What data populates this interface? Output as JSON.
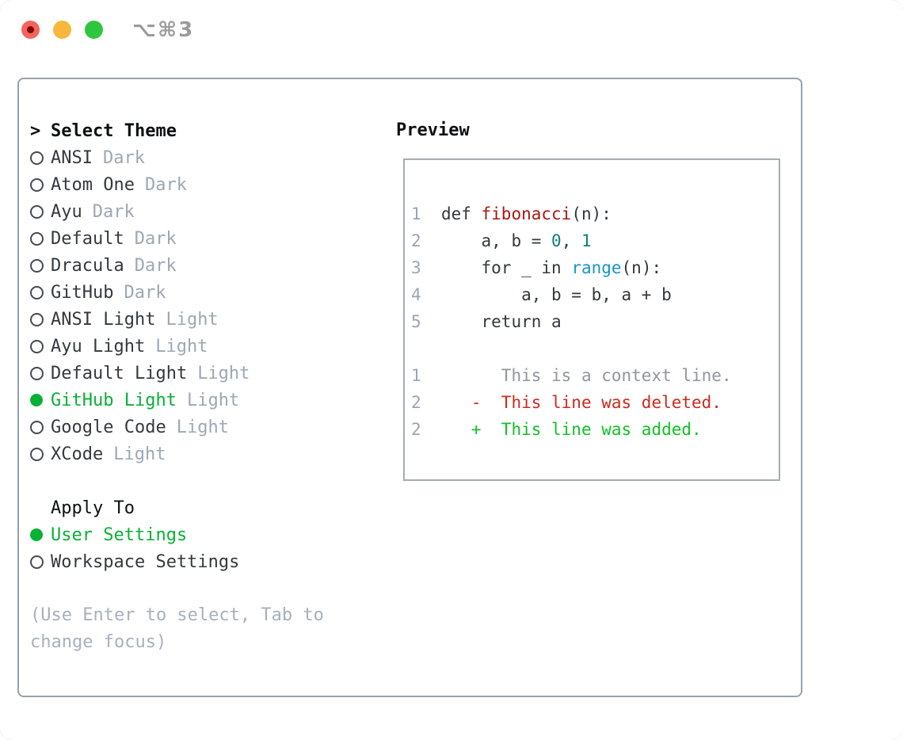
{
  "window": {
    "title": "⌥⌘3"
  },
  "titlebar_buttons": {
    "close": "close-button",
    "minimize": "minimize-button",
    "zoom": "zoom-button"
  },
  "theme_picker": {
    "prompt": ">",
    "header": "Select Theme",
    "options": [
      {
        "name": "ANSI",
        "variant": "Dark",
        "selected": false
      },
      {
        "name": "Atom One",
        "variant": "Dark",
        "selected": false
      },
      {
        "name": "Ayu",
        "variant": "Dark",
        "selected": false
      },
      {
        "name": "Default",
        "variant": "Dark",
        "selected": false
      },
      {
        "name": "Dracula",
        "variant": "Dark",
        "selected": false
      },
      {
        "name": "GitHub",
        "variant": "Dark",
        "selected": false
      },
      {
        "name": "ANSI Light",
        "variant": "Light",
        "selected": false
      },
      {
        "name": "Ayu Light",
        "variant": "Light",
        "selected": false
      },
      {
        "name": "Default Light",
        "variant": "Light",
        "selected": false
      },
      {
        "name": "GitHub Light",
        "variant": "Light",
        "selected": true
      },
      {
        "name": "Google Code",
        "variant": "Light",
        "selected": false
      },
      {
        "name": "XCode",
        "variant": "Light",
        "selected": false
      }
    ],
    "apply_to": {
      "header": "Apply To",
      "options": [
        {
          "label": "User Settings",
          "selected": true
        },
        {
          "label": "Workspace Settings",
          "selected": false
        }
      ]
    },
    "hint": "(Use Enter to select, Tab to change focus)"
  },
  "preview": {
    "title": "Preview",
    "code_lines": [
      {
        "num": "1",
        "tokens": [
          {
            "t": "  def ",
            "c": "c"
          },
          {
            "t": "fibonacci",
            "c": "f"
          },
          {
            "t": "(n):",
            "c": "c"
          }
        ]
      },
      {
        "num": "2",
        "tokens": [
          {
            "t": "      a, b = ",
            "c": "c"
          },
          {
            "t": "0",
            "c": "n"
          },
          {
            "t": ", ",
            "c": "c"
          },
          {
            "t": "1",
            "c": "n"
          }
        ]
      },
      {
        "num": "3",
        "tokens": [
          {
            "t": "      for _ in ",
            "c": "c"
          },
          {
            "t": "range",
            "c": "b"
          },
          {
            "t": "(n):",
            "c": "c"
          }
        ]
      },
      {
        "num": "4",
        "tokens": [
          {
            "t": "          a, b = b, a + b",
            "c": "c"
          }
        ]
      },
      {
        "num": "5",
        "tokens": [
          {
            "t": "      return a",
            "c": "c"
          }
        ]
      }
    ],
    "diff_lines": [
      {
        "num": "1",
        "kind": "context",
        "text": "        This is a context line."
      },
      {
        "num": "2",
        "kind": "deleted",
        "text": "     -  This line was deleted."
      },
      {
        "num": "2",
        "kind": "added",
        "text": "     +  This line was added."
      }
    ]
  },
  "icons": {
    "radio_unselected": "○",
    "radio_selected": "●"
  },
  "colors": {
    "selected_green": "#08b134",
    "diff_added_green": "#10c027",
    "diff_deleted_red": "#cd2a1d",
    "diff_context_gray": "#8f969e",
    "function_red": "#a31a12",
    "number_teal": "#0d7e80",
    "builtin_blue": "#1795cb",
    "code_dark": "#32373d",
    "line_number_gray": "#9aa5b2",
    "muted_variant_gray": "#9da8b4",
    "hint_gray": "#a7b1bc",
    "dialog_border": "#99a1ab",
    "preview_border": "#a5acb4",
    "traffic_red": "#f4645c",
    "traffic_yellow": "#f6b73c",
    "traffic_green": "#2fc63e"
  }
}
